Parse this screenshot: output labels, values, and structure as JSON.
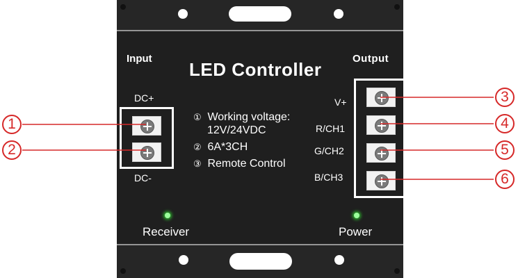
{
  "panel": {
    "title": "LED Controller",
    "input_label": "Input",
    "output_label": "Output",
    "dc_plus": "DC+",
    "dc_minus": "DC-",
    "channels": [
      "V+",
      "R/CH1",
      "G/CH2",
      "B/CH3"
    ],
    "specs": [
      {
        "marker": "①",
        "line1": "Working voltage:",
        "line2": "12V/24VDC"
      },
      {
        "marker": "②",
        "line1": "6A*3CH"
      },
      {
        "marker": "③",
        "line1": "Remote Control"
      }
    ],
    "receiver_label": "Receiver",
    "power_label": "Power"
  },
  "callouts": [
    "1",
    "2",
    "3",
    "4",
    "5",
    "6"
  ],
  "colors": {
    "panel": "#1f1f1f",
    "callout": "#d62828",
    "led": "#3ccf3c"
  }
}
